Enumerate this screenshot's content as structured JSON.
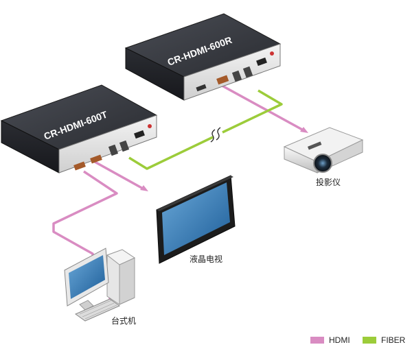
{
  "devices": {
    "transmitter": {
      "model": "CR-HDMI-600T"
    },
    "receiver": {
      "model": "CR-HDMI-600R"
    },
    "projector": {
      "label": "投影仪"
    },
    "lcd_tv": {
      "label": "液晶电视"
    },
    "desktop_pc": {
      "label": "台式机"
    }
  },
  "legend": [
    {
      "label": "HDMI",
      "color": "#d98cc2"
    },
    {
      "label": "FIBER",
      "color": "#9ccc3a"
    }
  ]
}
